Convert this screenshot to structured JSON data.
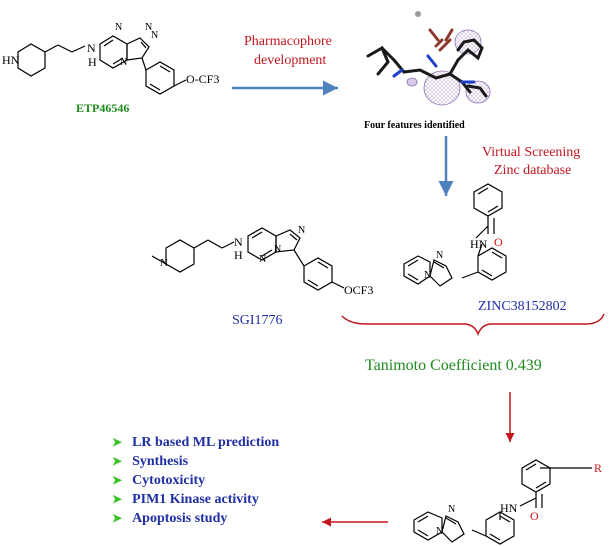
{
  "molecules": {
    "etp": {
      "name": "ETP46546",
      "substituent": "O-CF3"
    },
    "sgi": {
      "name": "SGI1776",
      "substituent": "OCF3"
    },
    "zinc": {
      "name": "ZINC38152802"
    },
    "final": {
      "substituent": "R"
    }
  },
  "atoms": {
    "nh_ring": "HN",
    "n": "N",
    "h": "H",
    "o": "O",
    "hn": "HN"
  },
  "steps": {
    "pharmacophore": "Pharmacophore development",
    "features": "Four features identified",
    "virtual_screening_line1": "Virtual Screening",
    "virtual_screening_line2": "Zinc database",
    "tanimoto": "Tanimoto Coefficient 0.439"
  },
  "outcomes": [
    "LR based ML prediction",
    "Synthesis",
    "Cytotoxicity",
    "PIM1 Kinase activity",
    "Apoptosis study"
  ],
  "colors": {
    "etp_label": "#1e8a1e",
    "process_text": "#c0171e",
    "tanimoto_text": "#1e8a1e",
    "molecule_labels": "#1f2fa3",
    "flow_arrow_blue": "#4f81bd",
    "flow_arrow_red": "#c0171e",
    "bullet": "#39c22a"
  }
}
